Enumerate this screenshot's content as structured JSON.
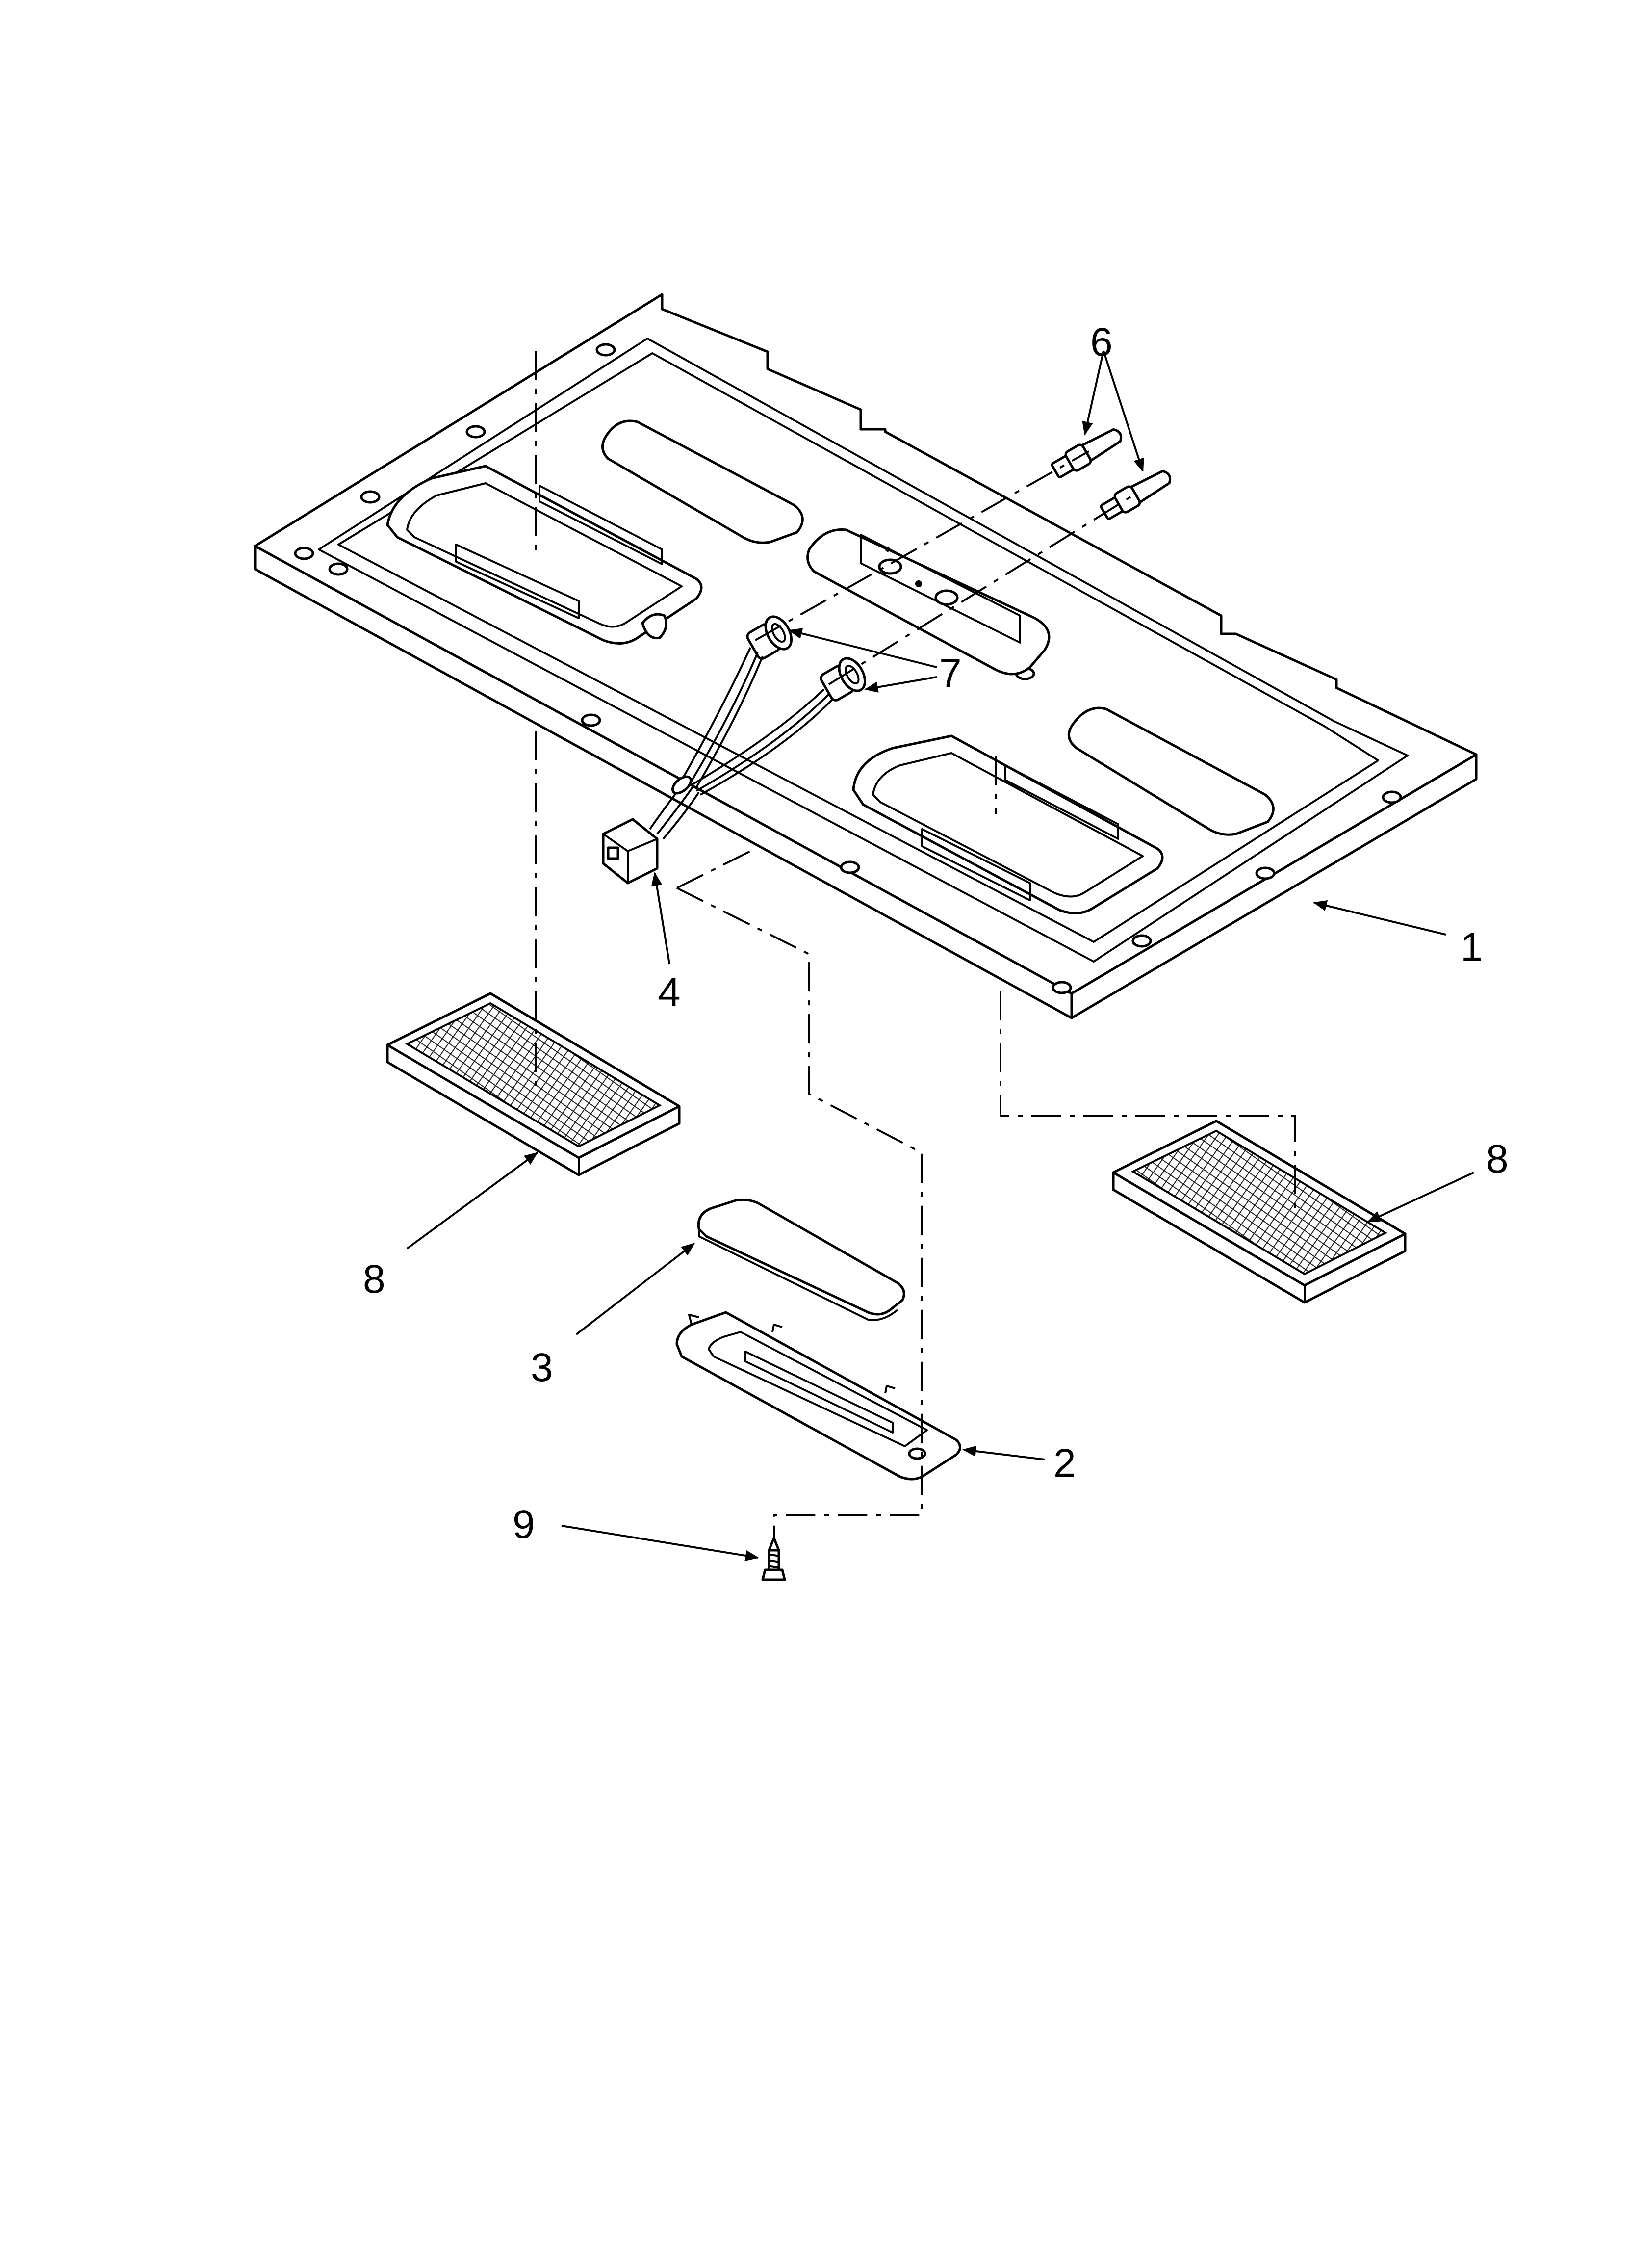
{
  "diagram": {
    "callouts": [
      {
        "id": "part-1",
        "label": "1"
      },
      {
        "id": "part-2",
        "label": "2"
      },
      {
        "id": "part-3",
        "label": "3"
      },
      {
        "id": "part-4",
        "label": "4"
      },
      {
        "id": "part-6",
        "label": "6"
      },
      {
        "id": "part-7",
        "label": "7"
      },
      {
        "id": "part-8-left",
        "label": "8"
      },
      {
        "id": "part-8-right",
        "label": "8"
      },
      {
        "id": "part-9",
        "label": "9"
      }
    ]
  },
  "colors": {
    "line": "#000000",
    "background": "#ffffff"
  }
}
